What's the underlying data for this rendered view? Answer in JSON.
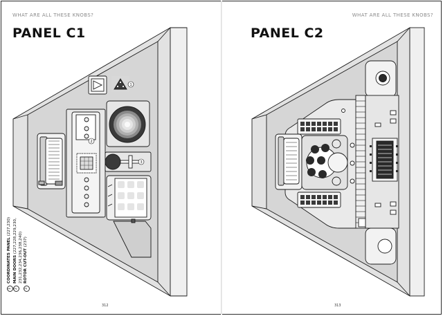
{
  "left_page": {
    "running_head": "WHAT ARE ALL THESE KNOBS?",
    "title": "PANEL C1",
    "page_number": "312",
    "callouts": [
      {
        "num": "1",
        "label": "COORDINATES PANEL",
        "refs": "(227,230)"
      },
      {
        "num": "2",
        "label": "MAIN DOORS",
        "refs": "(227,228,229,230, 231,232,234,236,238,240)"
      },
      {
        "num": "3",
        "label": "ROTOR CUT-OUT",
        "refs": "(237)"
      }
    ],
    "marker_1": "1",
    "marker_2": "2",
    "marker_3": "3"
  },
  "right_page": {
    "running_head": "WHAT ARE ALL THESE KNOBS?",
    "title": "PANEL C2",
    "page_number": "313"
  },
  "colors": {
    "panel_fill": "#d4d4d4",
    "panel_light": "#ececec",
    "outline": "#1a1a1a",
    "dark": "#2a2a2a"
  }
}
